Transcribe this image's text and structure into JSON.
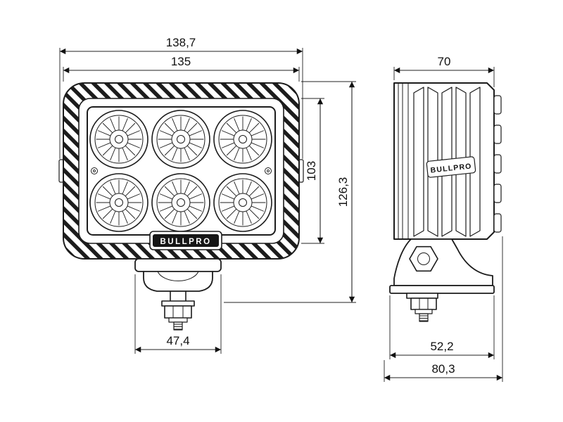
{
  "drawing": {
    "brand": "BULLPRO",
    "line_color": "#1c1c1c",
    "dims": {
      "front_overall_width": "138,7",
      "front_body_width": "135",
      "front_lens_height": "103",
      "front_overall_height": "126,3",
      "side_depth": "70",
      "front_bracket_width": "47,4",
      "side_bracket_depth": "52,2",
      "side_overall_depth": "80,3"
    }
  }
}
